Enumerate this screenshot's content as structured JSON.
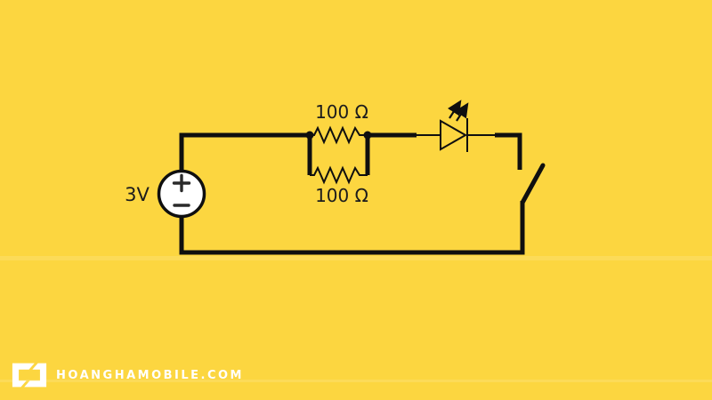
{
  "canvas": {
    "background_color": "#FCD640",
    "wire_color": "#0F0F0F",
    "label_color": "#1C1C1C"
  },
  "circuit": {
    "components": [
      "voltage-source",
      "parallel-resistors",
      "led",
      "open-switch"
    ],
    "source": {
      "label": "3V",
      "plus_sign": "+",
      "minus_sign": "−"
    },
    "resistors": {
      "top_label": "100 Ω",
      "bottom_label": "100 Ω"
    },
    "led": {
      "symbol": "led-with-light-arrows"
    },
    "switch": {
      "state": "open"
    }
  },
  "watermark": {
    "text": "HOANGHAMOBILE.COM",
    "color": "#FFFFFF"
  }
}
